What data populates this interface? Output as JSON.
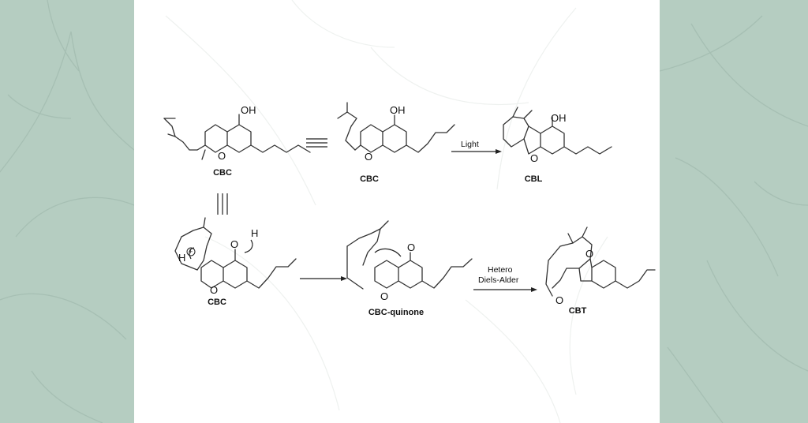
{
  "colors": {
    "side_panel": "#b5cdc1",
    "center_panel": "#ffffff",
    "ink": "#222222"
  },
  "decoration": {
    "icon": "cannabis-leaf-icon"
  },
  "atoms": {
    "oh": "OH",
    "o": "O",
    "h": "H",
    "h_plus": "H",
    "plus": "+"
  },
  "molecules": {
    "cbc_1": "CBC",
    "cbc_2": "CBC",
    "cbl": "CBL",
    "cbc_3": "CBC",
    "cbc_quinone": "CBC-quinone",
    "cbt": "CBT"
  },
  "conditions": {
    "light": "Light",
    "hetero_line1": "Hetero",
    "hetero_line2": "Diels-Alder"
  }
}
